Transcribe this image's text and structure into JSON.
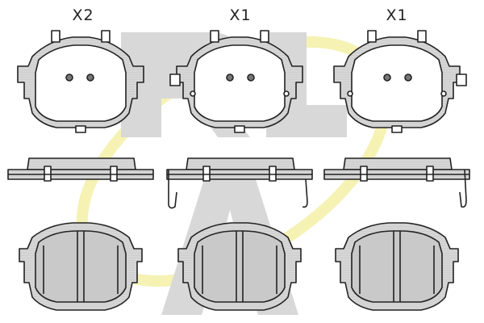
{
  "quantity_labels": [
    "X2",
    "X1",
    "X1"
  ],
  "logo_text": "RLA",
  "colors": {
    "outline": "#222222",
    "pad_fill": "#d8d8d8",
    "pad_face": "#ffffff",
    "watermark_grey": "#cfcfcf",
    "watermark_yellow": "#f4f0a8"
  }
}
